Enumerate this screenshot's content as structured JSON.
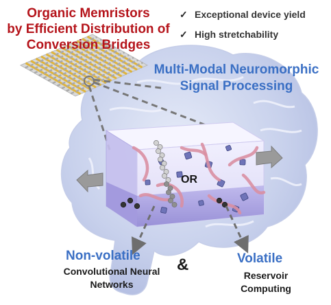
{
  "title": {
    "line1": "Organic Memristors",
    "line2": "by Efficient Distribution of",
    "line3": "Conversion Bridges"
  },
  "features": [
    {
      "icon": "check-icon",
      "label": "Exceptional device yield"
    },
    {
      "icon": "check-icon",
      "label": "High stretchability"
    }
  ],
  "processing": {
    "line1": "Multi-Modal Neuromorphic",
    "line2": "Signal Processing"
  },
  "center_label": "OR",
  "non_volatile": {
    "heading": "Non-volatile",
    "line1": "Convolutional Neural",
    "line2": "Networks"
  },
  "connector": "&",
  "volatile": {
    "heading": "Volatile",
    "line1": "Reservoir",
    "line2": "Computing"
  },
  "colors": {
    "title": "#b5141b",
    "accent_blue": "#3a6fc4",
    "brain_fill": "#c9d2ec",
    "electrode_gold": "#e0b43a",
    "channel_purple": "#8f86d6",
    "arrow_grey": "#888888"
  }
}
